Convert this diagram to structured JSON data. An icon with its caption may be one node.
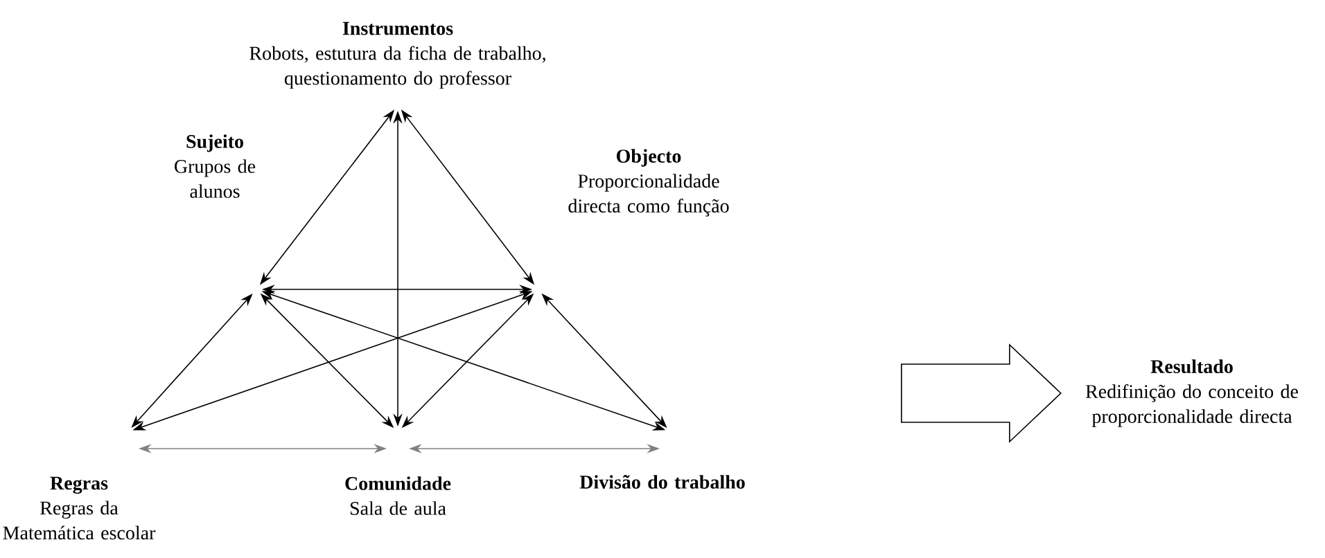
{
  "diagram": {
    "nodes": [
      {
        "text": [
          "Instrumentos",
          "Robots, estutura da ficha de trabalho, questionamento do professor"
        ]
      },
      {
        "text": [
          "Sujeito",
          "Grupos de alunos"
        ]
      },
      {
        "text": [
          "Objecto",
          "Proporcionalidade directa como função"
        ]
      },
      {
        "text": [
          "Regras",
          "Regras da Matemática escolar"
        ]
      },
      {
        "text": [
          "Comunidade",
          "Sala de aula"
        ]
      },
      {
        "text": [
          "Divisão do trabalho"
        ]
      },
      {
        "text": [
          "Resultado",
          "Redifinição do conceito de proporcionalidade directa"
        ]
      }
    ],
    "edges": [
      {
        "from": 0,
        "to": 1,
        "arrow": "both"
      },
      {
        "from": 0,
        "to": 2,
        "arrow": "both"
      },
      {
        "from": 0,
        "to": 4,
        "arrow": "both"
      },
      {
        "from": 1,
        "to": 2,
        "arrow": "both"
      },
      {
        "from": 1,
        "to": 3,
        "arrow": "both"
      },
      {
        "from": 1,
        "to": 4,
        "arrow": "both"
      },
      {
        "from": 1,
        "to": 5,
        "arrow": "both"
      },
      {
        "from": 2,
        "to": 3,
        "arrow": "both"
      },
      {
        "from": 2,
        "to": 4,
        "arrow": "both"
      },
      {
        "from": 2,
        "to": 5,
        "arrow": "both"
      },
      {
        "from": 3,
        "to": 4,
        "arrow": "both",
        "color": "#808080"
      },
      {
        "from": 4,
        "to": 5,
        "arrow": "both",
        "color": "#808080"
      },
      {
        "from": null,
        "to": 6,
        "arrow": "to"
      }
    ]
  }
}
